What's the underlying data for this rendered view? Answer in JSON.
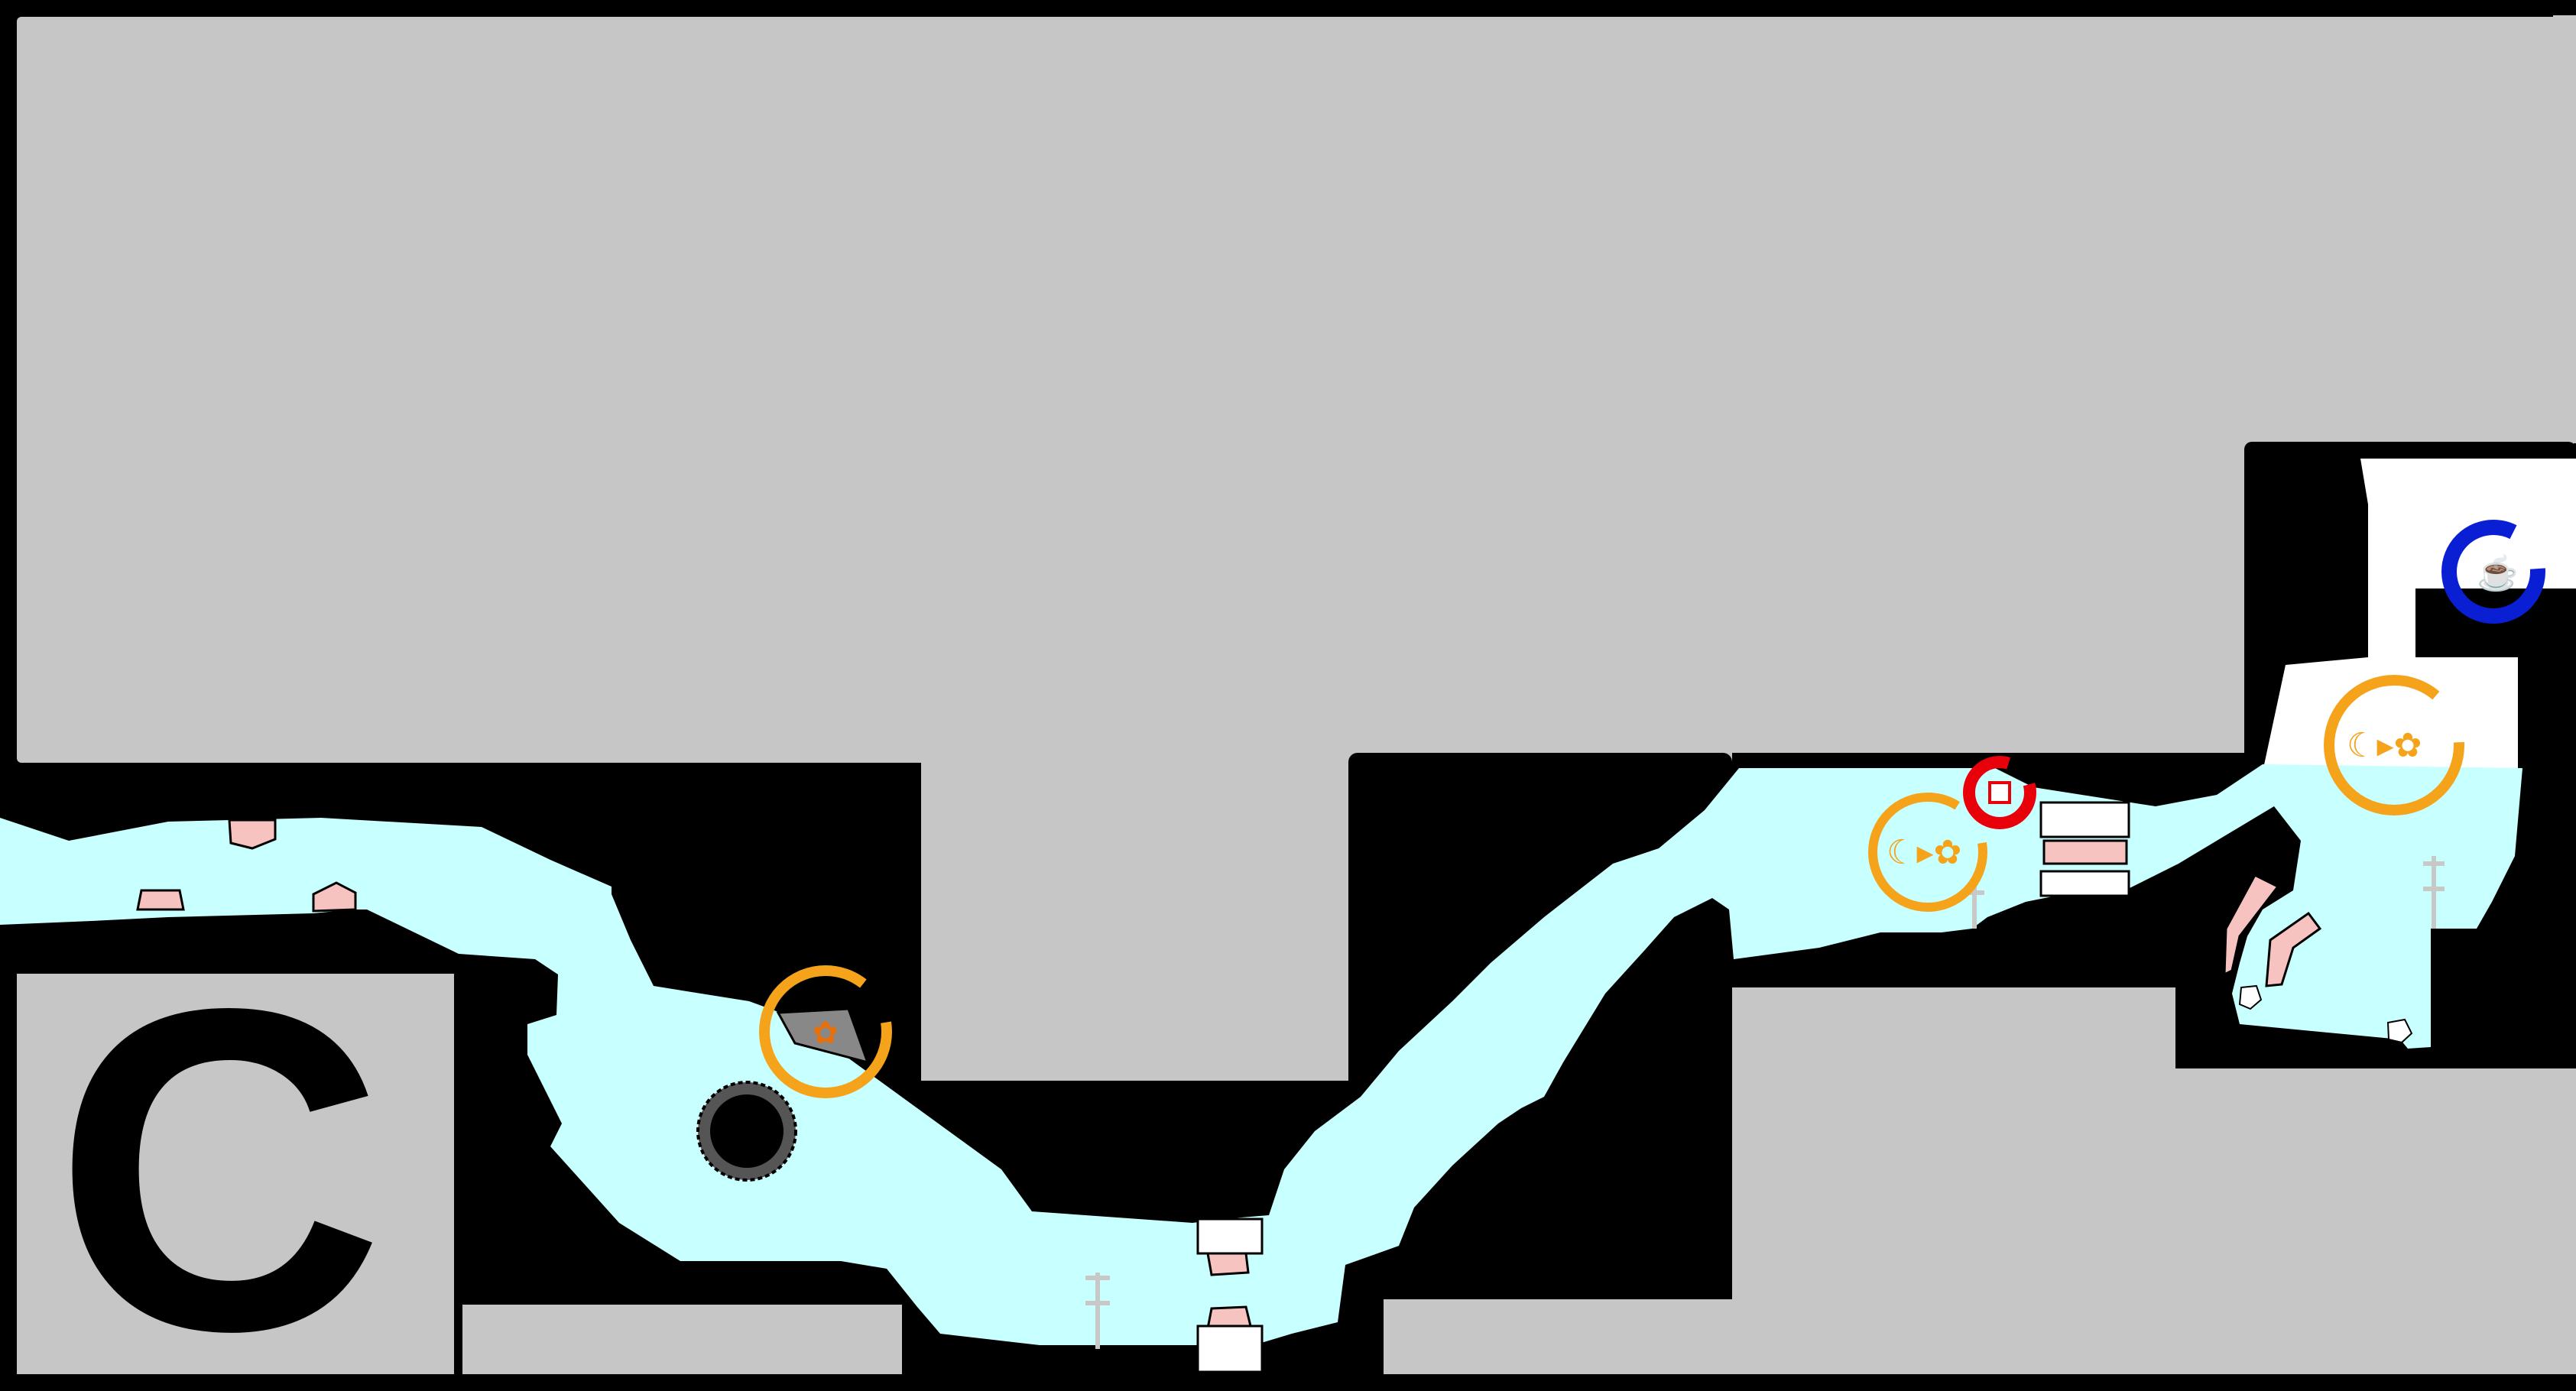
{
  "map": {
    "room_label": "C",
    "colors": {
      "background": "#000000",
      "rock": "#c6c6c6",
      "water": "#c8ffff",
      "air": "#ffffff",
      "crystal": "#f6c3c0",
      "orange_marker": "#f5a31a",
      "red_marker": "#e8000b",
      "blue_marker": "#0a1fd4",
      "sign_post": "#c8c8c8"
    },
    "markers": [
      {
        "name": "orange-quest-marker-lower",
        "color": "orange",
        "icon": "treasure-piece-icon"
      },
      {
        "name": "orange-quest-marker-middle",
        "color": "orange",
        "icon": "banana-to-treasure-icon"
      },
      {
        "name": "red-quest-marker",
        "color": "red",
        "icon": "switch-icon"
      },
      {
        "name": "orange-quest-marker-upper",
        "color": "orange",
        "icon": "banana-to-treasure-icon"
      },
      {
        "name": "blue-quest-marker",
        "color": "blue",
        "icon": "cup-icon"
      }
    ],
    "hazards": [
      {
        "name": "spiked-black-mine-hazard"
      }
    ]
  }
}
